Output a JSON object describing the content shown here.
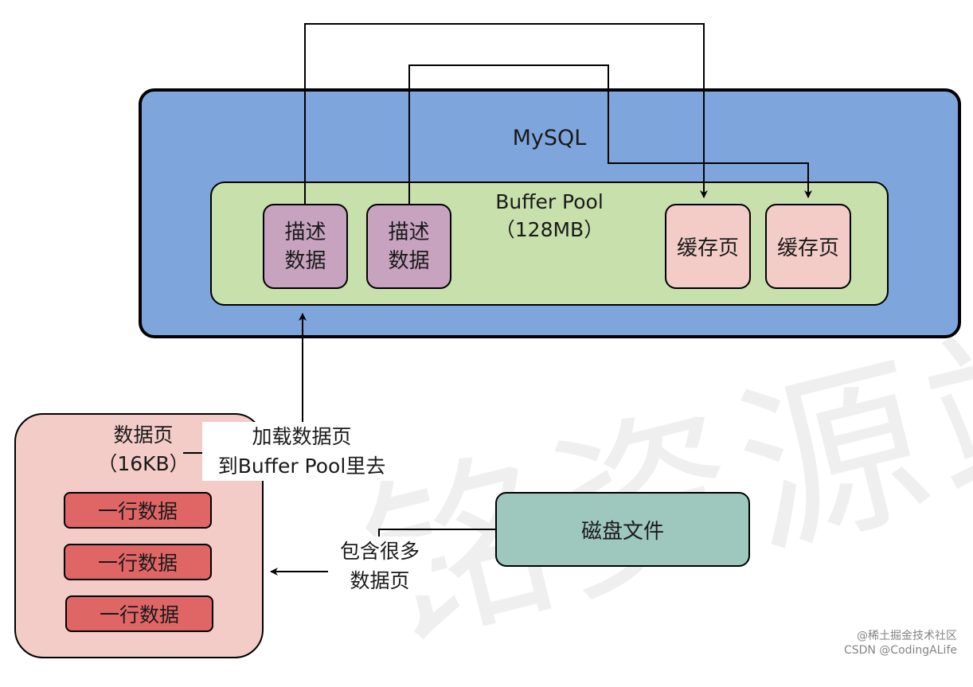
{
  "mysql": {
    "label": "MySQL"
  },
  "buffer_pool": {
    "title": "Buffer Pool",
    "size": "（128MB）"
  },
  "descriptors": [
    {
      "line1": "描述",
      "line2": "数据"
    },
    {
      "line1": "描述",
      "line2": "数据"
    }
  ],
  "cache_pages": [
    {
      "label": "缓存页"
    },
    {
      "label": "缓存页"
    }
  ],
  "data_page": {
    "title": "数据页",
    "size": "（16KB）",
    "rows": [
      {
        "label": "一行数据"
      },
      {
        "label": "一行数据"
      },
      {
        "label": "一行数据"
      }
    ]
  },
  "disk_file": {
    "label": "磁盘文件"
  },
  "load_label": {
    "line1": "加载数据页",
    "line2": "到Buffer Pool里去"
  },
  "contains_label": {
    "line1": "包含很多",
    "line2": "数据页"
  },
  "watermark": {
    "text": "铭资源站"
  },
  "credit": {
    "line1": "@稀土掘金技术社区",
    "line2": "CSDN @CodingALife"
  },
  "colors": {
    "mysql_fill": "#7ea6dd",
    "buffer_pool_fill": "#c8e0ac",
    "descriptor_fill": "#c7a3c0",
    "cache_page_fill": "#f3ccc7",
    "data_page_fill": "#f3ccc7",
    "row_fill": "#e06666",
    "disk_fill": "#9ec7bd"
  }
}
